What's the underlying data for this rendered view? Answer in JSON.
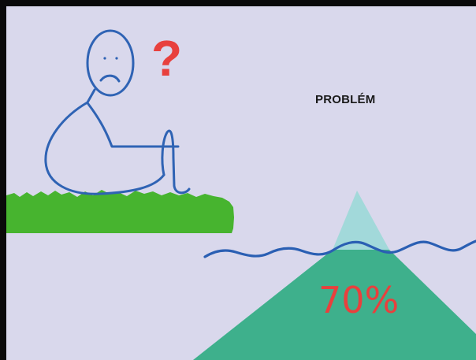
{
  "slide": {
    "problem_label": "PROBLÉM",
    "question_mark": "?",
    "percent_label": "70%",
    "percent_value": 70
  },
  "colors": {
    "background": "#d9d8ec",
    "border": "#0a0a0a",
    "figure_stroke": "#2f63b4",
    "grass": "#47b42f",
    "water_line": "#2a5fb3",
    "iceberg_above_water": "#a2d9da",
    "iceberg_below_water": "#3eb08c",
    "accent_red": "#e8403d"
  },
  "icons": [
    "sad-stick-figure-icon",
    "question-mark-icon",
    "grass-icon",
    "iceberg-icon",
    "wave-icon"
  ]
}
